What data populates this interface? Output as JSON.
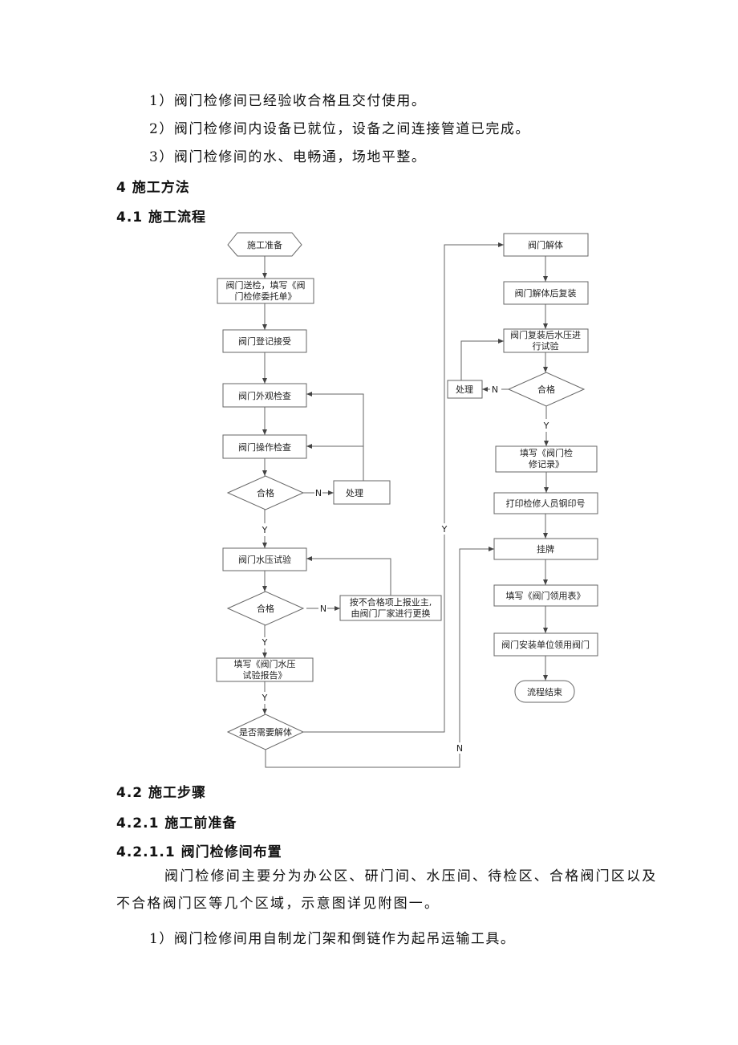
{
  "top_items": [
    "1）阀门检修间已经验收合格且交付使用。",
    "2）阀门检修间内设备已就位，设备之间连接管道已完成。",
    "3）阀门检修间的水、电畅通，场地平整。"
  ],
  "heading_4": "4  施工方法",
  "heading_4_1": "4.1  施工流程",
  "flow": {
    "start": "施工准备",
    "send_1": "阀门送检，填写《阀",
    "send_2": "门检修委托单》",
    "register": "阀门登记接受",
    "visual": "阀门外观检查",
    "operate": "阀门操作检查",
    "pass": "合格",
    "handle": "处理",
    "hydro": "阀门水压试验",
    "reject_1": "按不合格项上报业主,",
    "reject_2": "由阀门厂家进行更换",
    "report_1": "填写《阀门水压",
    "report_2": "试验报告》",
    "need_disassemble": "是否需要解体",
    "disassemble": "阀门解体",
    "reassemble": "阀门解体后复装",
    "retest_1": "阀门复装后水压进",
    "retest_2": "行试验",
    "record_1": "填写《阀门检",
    "record_2": "修记录》",
    "stamp": "打印检修人员钢印号",
    "tag": "挂牌",
    "use_form": "填写《阀门领用表》",
    "install": "阀门安装单位领用阀门",
    "end": "流程结束",
    "yes": "Y",
    "no": "N"
  },
  "heading_4_2": "4.2  施工步骤",
  "heading_4_2_1": "4.2.1  施工前准备",
  "heading_4_2_1_1": "4.2.1.1 阀门检修间布置",
  "paragraph": "阀门检修间主要分为办公区、研门间、水压间、待检区、合格阀门区以及不合格阀门区等几个区域，示意图详见附图一。",
  "bottom_item": "1）阀门检修间用自制龙门架和倒链作为起吊运输工具。"
}
